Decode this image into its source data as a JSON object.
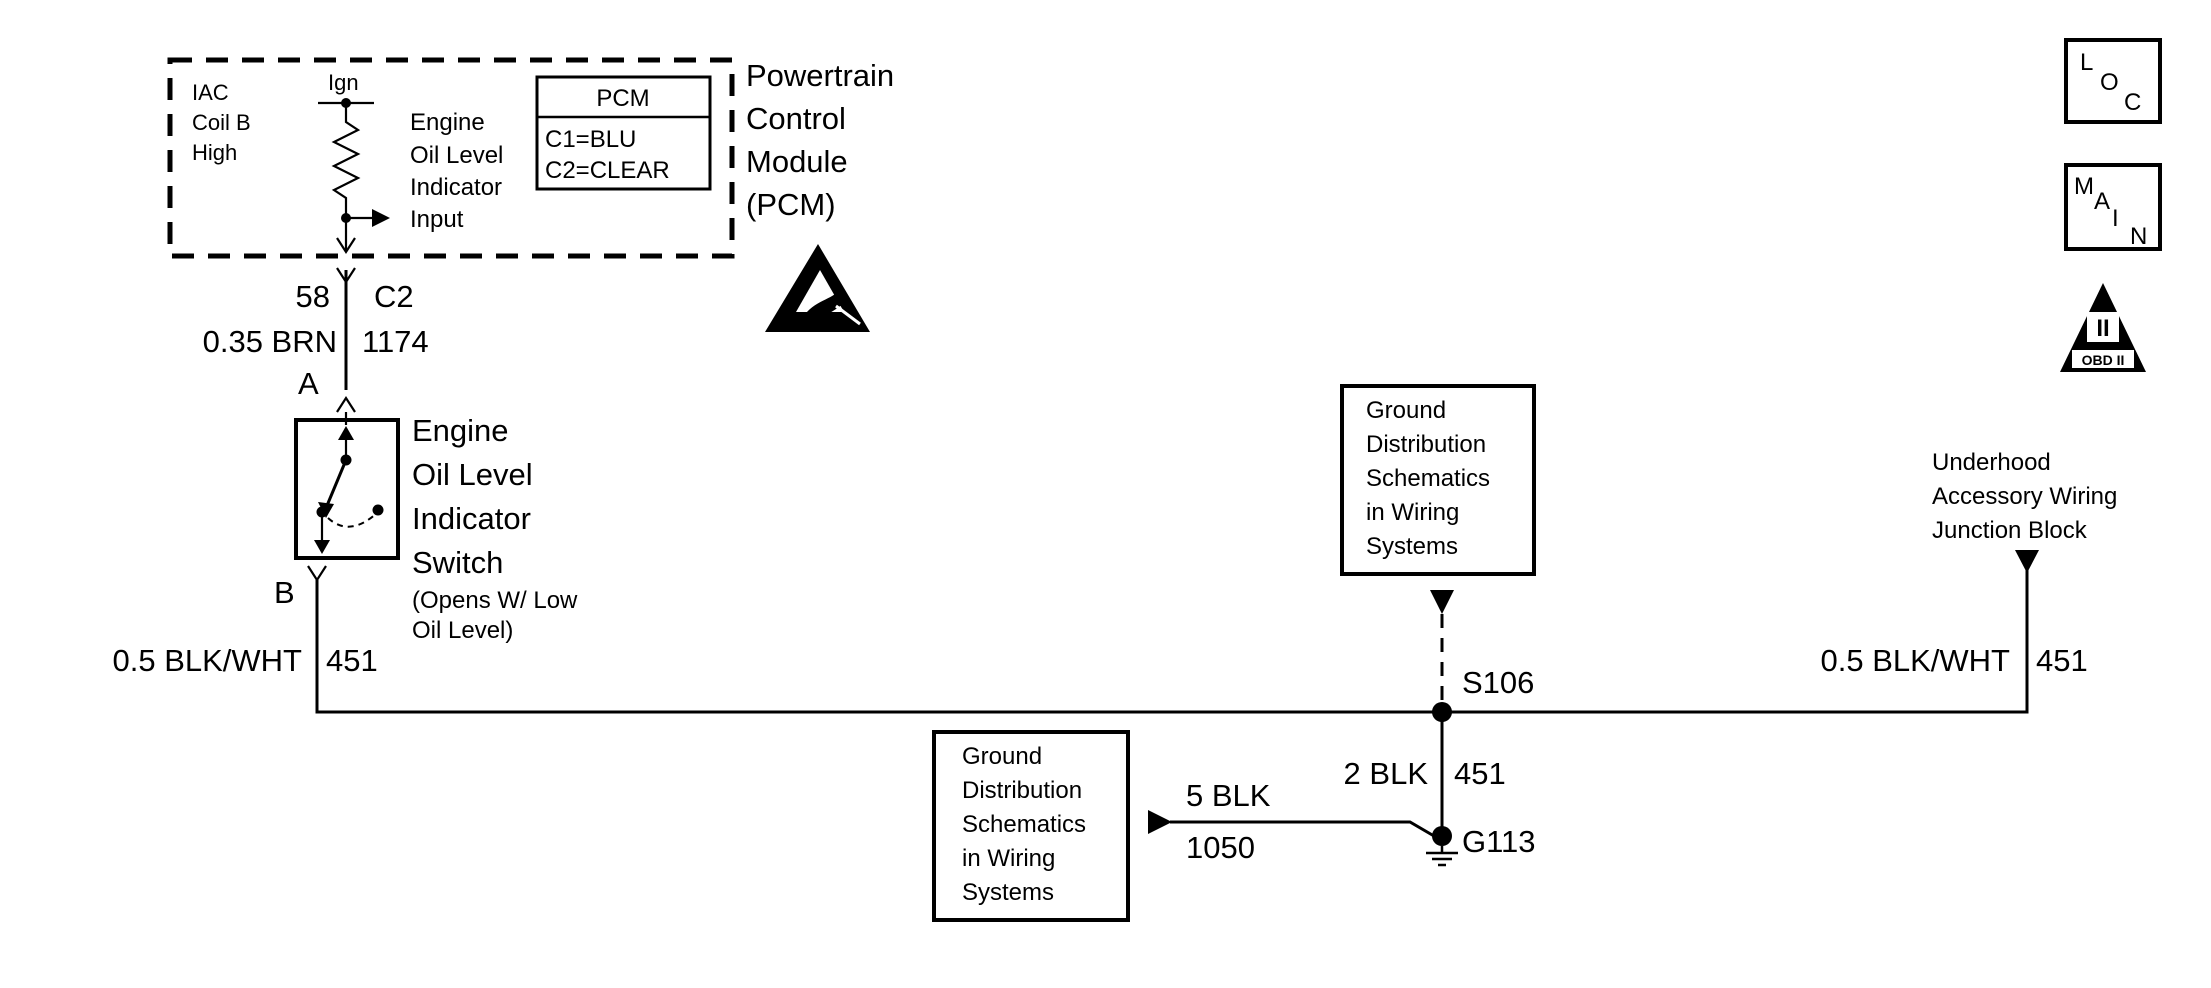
{
  "pcm": {
    "module_name": [
      "Powertrain",
      "Control",
      "Module",
      "(PCM)"
    ],
    "iac_label": [
      "IAC",
      "Coil B",
      "High"
    ],
    "ign_label": "Ign",
    "input_label": [
      "Engine",
      "Oil Level",
      "Indicator",
      "Input"
    ],
    "connector_table": {
      "header": "PCM",
      "rows": [
        "C1=BLU",
        "C2=CLEAR"
      ]
    }
  },
  "pcm_connector": {
    "pin": "58",
    "connector": "C2",
    "wire_color": "0.35 BRN",
    "circuit": "1174"
  },
  "switch": {
    "terminal_top": "A",
    "terminal_bottom": "B",
    "name": [
      "Engine",
      "Oil Level",
      "Indicator",
      "Switch"
    ],
    "note": [
      "(Opens W/ Low",
      "Oil Level)"
    ]
  },
  "wires": {
    "left_color": "0.5 BLK/WHT",
    "left_circuit": "451",
    "right_color": "0.5 BLK/WHT",
    "right_circuit": "451",
    "drop_color": "2 BLK",
    "drop_circuit": "451",
    "ground_color": "5 BLK",
    "ground_circuit": "1050"
  },
  "splice": {
    "label": "S106"
  },
  "ground": {
    "label": "G113"
  },
  "ref_box_top": [
    "Ground",
    "Distribution",
    "Schematics",
    "in Wiring",
    "Systems"
  ],
  "ref_box_bottom": [
    "Ground",
    "Distribution",
    "Schematics",
    "in Wiring",
    "Systems"
  ],
  "junction_block": [
    "Underhood",
    "Accessory Wiring",
    "Junction Block"
  ],
  "icons": {
    "loc": {
      "letters": [
        "L",
        "O",
        "C"
      ]
    },
    "main": {
      "letters": [
        "M",
        "A",
        "I",
        "N"
      ]
    },
    "obd": {
      "numeral": "II",
      "label": "OBD II"
    },
    "esd": "esd-warning-icon"
  }
}
